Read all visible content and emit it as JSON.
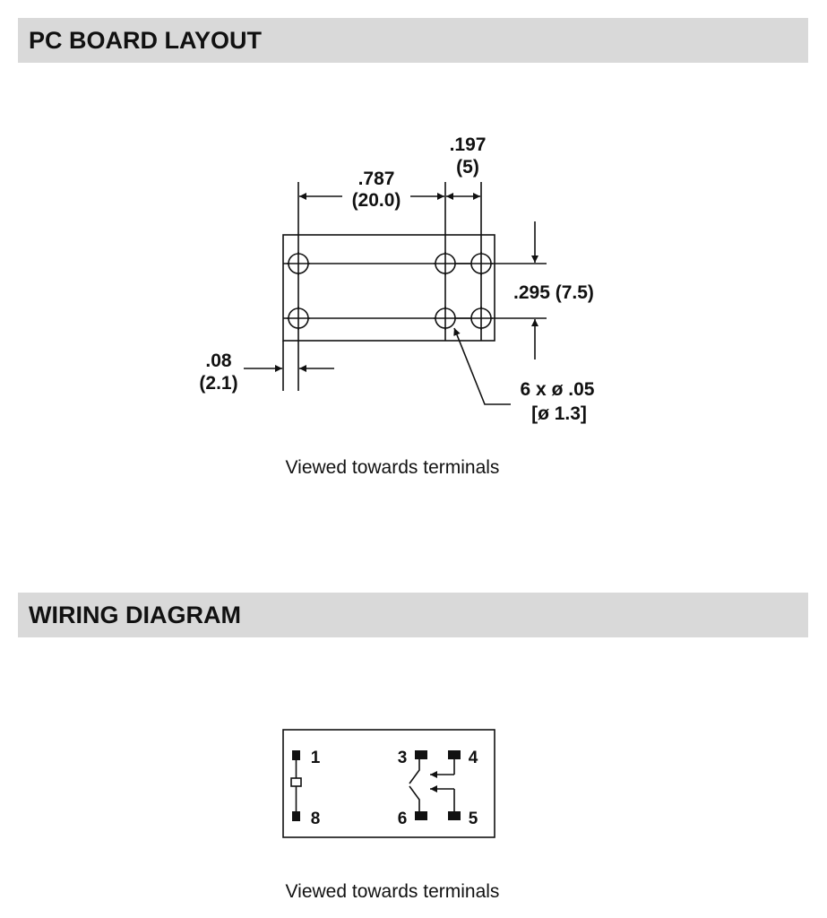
{
  "pcb_section": {
    "title": "PC BOARD LAYOUT",
    "caption": "Viewed towards terminals",
    "dim_width_in": ".787",
    "dim_width_mm": "(20.0)",
    "dim_pitch_in": ".197",
    "dim_pitch_mm": "(5)",
    "dim_row_spacing": ".295 (7.5)",
    "dim_offset_in": ".08",
    "dim_offset_mm": "(2.1)",
    "hole_callout_line1": "6 x ø .05",
    "hole_callout_line2": "[ø 1.3]"
  },
  "wiring_section": {
    "title": "WIRING DIAGRAM",
    "caption": "Viewed towards terminals",
    "pins": {
      "p1": "1",
      "p3": "3",
      "p4": "4",
      "p5": "5",
      "p6": "6",
      "p8": "8"
    }
  }
}
